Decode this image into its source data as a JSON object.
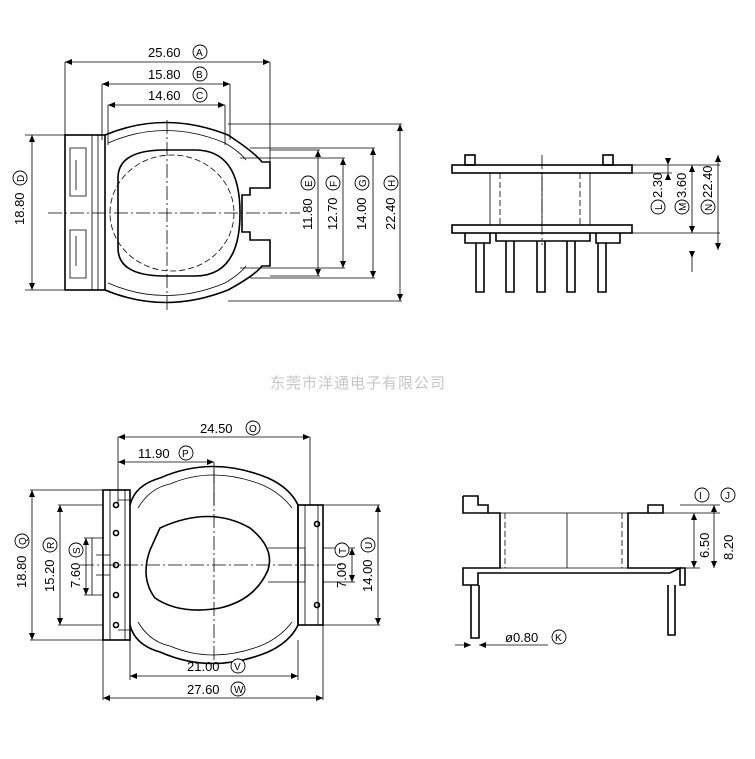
{
  "company_watermark": "东莞市洋通电子有限公司",
  "dimensions": {
    "A": {
      "value": "25.60",
      "letter": "A"
    },
    "B": {
      "value": "15.80",
      "letter": "B"
    },
    "C": {
      "value": "14.60",
      "letter": "C"
    },
    "D": {
      "value": "18.80",
      "letter": "D"
    },
    "E": {
      "value": "11.80",
      "letter": "E"
    },
    "F": {
      "value": "12.70",
      "letter": "F"
    },
    "G": {
      "value": "14.00",
      "letter": "G"
    },
    "H": {
      "value": "22.40",
      "letter": "H"
    },
    "L": {
      "value": "2.30",
      "letter": "L"
    },
    "M": {
      "value": "3.60",
      "letter": "M"
    },
    "N": {
      "value": "22.40",
      "letter": "N"
    },
    "O": {
      "value": "24.50",
      "letter": "O"
    },
    "P": {
      "value": "11.90",
      "letter": "P"
    },
    "Q": {
      "value": "18.80",
      "letter": "Q"
    },
    "R": {
      "value": "15.20",
      "letter": "R"
    },
    "S": {
      "value": "7.60",
      "letter": "S"
    },
    "T": {
      "value": "7.00",
      "letter": "T"
    },
    "U": {
      "value": "14.00",
      "letter": "U"
    },
    "V": {
      "value": "21.00",
      "letter": "V"
    },
    "W": {
      "value": "27.60",
      "letter": "W"
    },
    "I": {
      "value": "",
      "letter": "I"
    },
    "J": {
      "value": "",
      "letter": "J"
    },
    "X": {
      "value": "6.50",
      "letter": ""
    },
    "Y": {
      "value": "8.20",
      "letter": ""
    },
    "K": {
      "value": "ø0.80",
      "letter": "K"
    }
  }
}
